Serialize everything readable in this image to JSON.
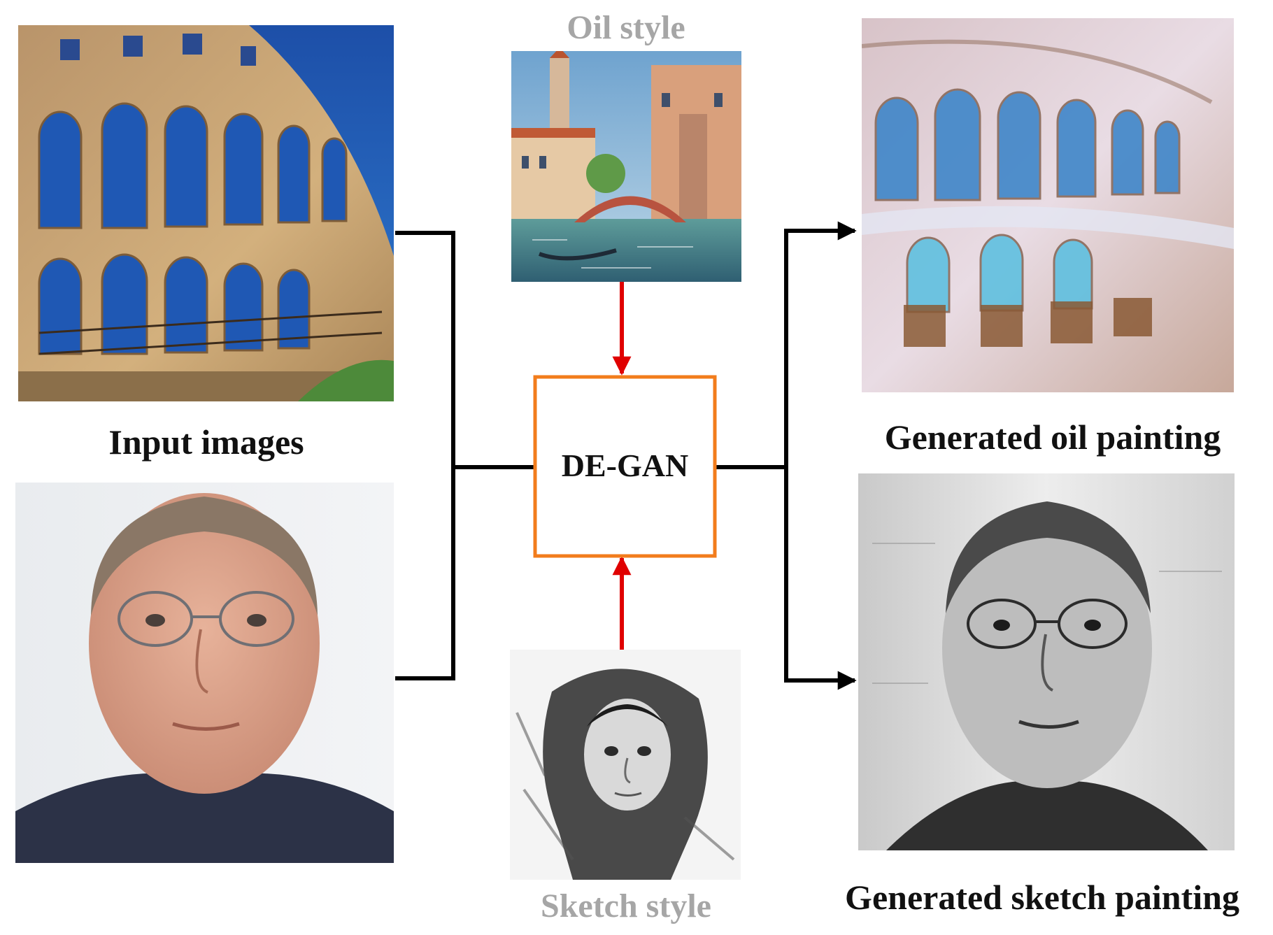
{
  "labels": {
    "input_images": "Input images",
    "oil_style": "Oil style",
    "sketch_style": "Sketch style",
    "model": "DE-GAN",
    "generated_oil": "Generated oil painting",
    "generated_sketch": "Generated sketch painting"
  },
  "colors": {
    "connector": "#000000",
    "style_arrow": "#e00000",
    "model_box_border": "#f27c1c",
    "style_label": "#a6a6a6"
  }
}
